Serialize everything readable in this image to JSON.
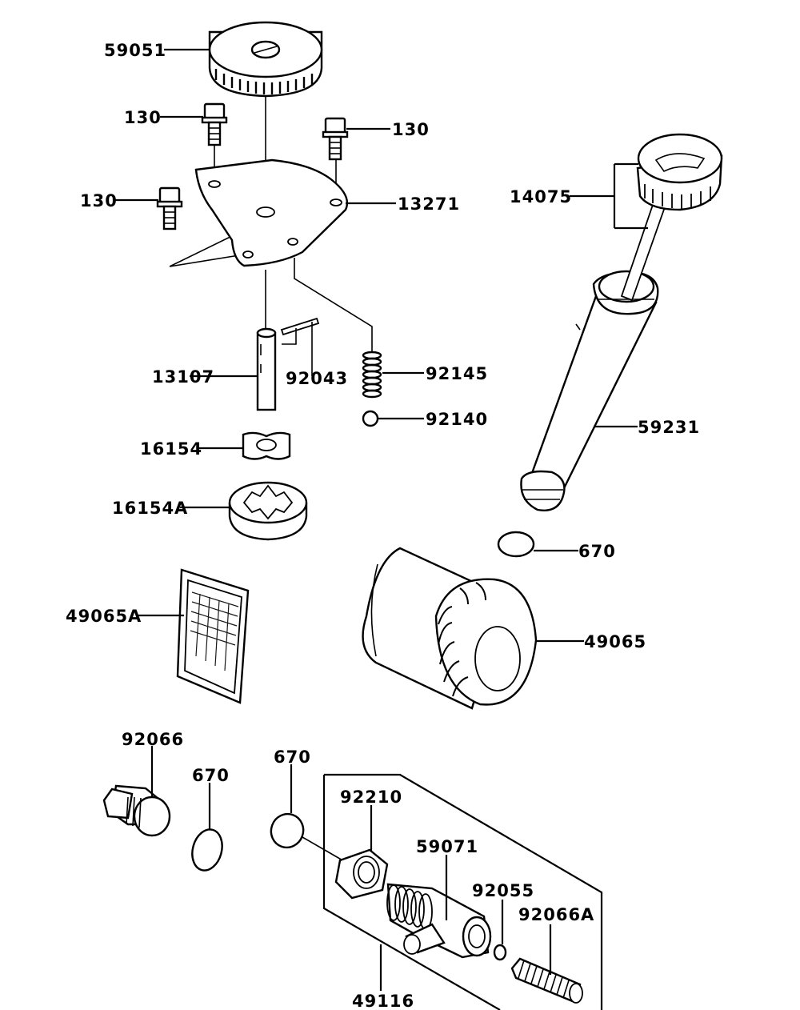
{
  "labels": {
    "p59051": "59051",
    "p130_a": "130",
    "p130_b": "130",
    "p130_c": "130",
    "p13271": "13271",
    "p14075": "14075",
    "p13107": "13107",
    "p92043": "92043",
    "p92145": "92145",
    "p92140": "92140",
    "p59231": "59231",
    "p16154": "16154",
    "p16154A": "16154A",
    "p670_a": "670",
    "p49065A": "49065A",
    "p49065": "49065",
    "p92066": "92066",
    "p670_b": "670",
    "p670_c": "670",
    "p92210": "92210",
    "p59071": "59071",
    "p92055": "92055",
    "p92066A": "92066A",
    "p49116": "49116"
  }
}
